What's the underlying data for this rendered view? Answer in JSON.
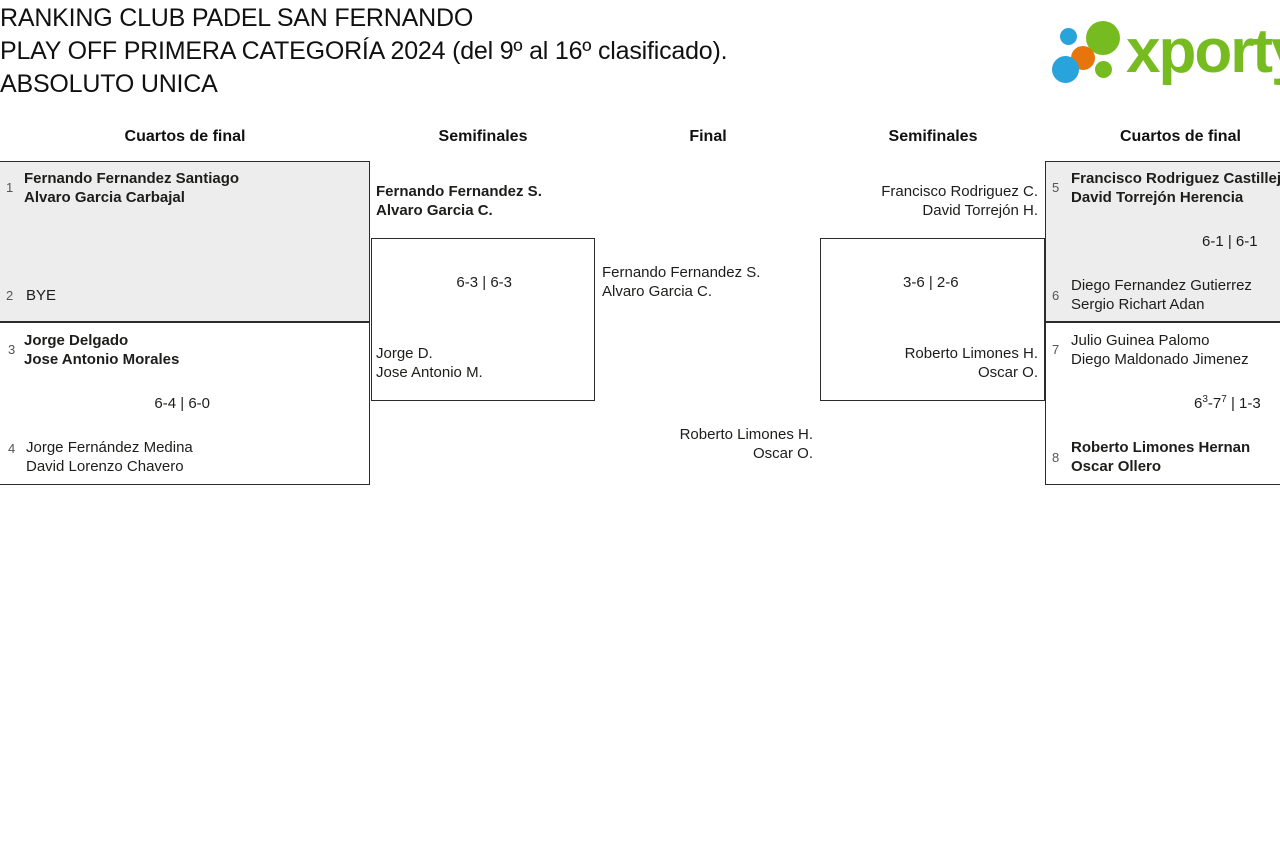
{
  "header": {
    "title_lines": [
      "RANKING CLUB PADEL SAN FERNANDO",
      "PLAY OFF PRIMERA CATEGORÍA 2024 (del 9º al 16º clasificado).",
      "ABSOLUTO UNICA"
    ],
    "logo_text": "xporty",
    "logo_colors": {
      "green": "#76bc21",
      "blue": "#29a3dc",
      "orange": "#e8740c"
    }
  },
  "colors": {
    "shaded_row": "#ededed",
    "border": "#2b2b2b",
    "text": "#1d1d1b",
    "seed_text": "#555555"
  },
  "rounds": [
    {
      "label": "Cuartos de final"
    },
    {
      "label": "Semifinales"
    },
    {
      "label": "Final"
    },
    {
      "label": "Semifinales"
    },
    {
      "label": "Cuartos de final"
    }
  ],
  "left_quarterfinals": [
    {
      "score": "",
      "players": [
        {
          "seed": "1",
          "line1": "Fernando Fernandez Santiago",
          "line2": "Alvaro Garcia Carbajal",
          "winner": true
        },
        {
          "seed": "2",
          "line1": "BYE",
          "line2": "",
          "winner": false
        }
      ]
    },
    {
      "score": "6-4 | 6-0",
      "players": [
        {
          "seed": "3",
          "line1": "Jorge Delgado",
          "line2": "Jose Antonio Morales",
          "winner": true
        },
        {
          "seed": "4",
          "line1": "Jorge Fernández Medina",
          "line2": "David Lorenzo Chavero",
          "winner": false
        }
      ]
    }
  ],
  "left_semifinal": {
    "score": "6-3 | 6-3",
    "players": [
      {
        "line1": "Fernando Fernandez S.",
        "line2": "Alvaro Garcia C.",
        "winner": true
      },
      {
        "line1": "Jorge D.",
        "line2": "Jose Antonio M.",
        "winner": false
      }
    ]
  },
  "final": {
    "score": "",
    "players": [
      {
        "line1": "Fernando Fernandez S.",
        "line2": "Alvaro Garcia C.",
        "winner": false
      },
      {
        "line1": "Roberto Limones H.",
        "line2": "Oscar O.",
        "winner": false
      }
    ]
  },
  "right_semifinal": {
    "score": "3-6 | 2-6",
    "players": [
      {
        "line1": "Francisco Rodriguez C.",
        "line2": "David Torrejón H.",
        "winner": false
      },
      {
        "line1": "Roberto Limones H.",
        "line2": "Oscar O.",
        "winner": true
      }
    ]
  },
  "right_quarterfinals": [
    {
      "score": "6-1 | 6-1",
      "players": [
        {
          "seed": "5",
          "line1": "Francisco Rodriguez Castillejo",
          "line2": "David Torrejón Herencia",
          "winner": true
        },
        {
          "seed": "6",
          "line1": "Diego Fernandez Gutierrez",
          "line2": "Sergio Richart Adan",
          "winner": false
        }
      ]
    },
    {
      "score_html": "6<sup>3</sup>-7<sup>7</sup> | 1-3",
      "players": [
        {
          "seed": "7",
          "line1": "Julio Guinea Palomo",
          "line2": "Diego Maldonado Jimenez",
          "winner": false
        },
        {
          "seed": "8",
          "line1": "Roberto Limones Hernan",
          "line2": "Oscar Ollero",
          "winner": true
        }
      ]
    }
  ]
}
